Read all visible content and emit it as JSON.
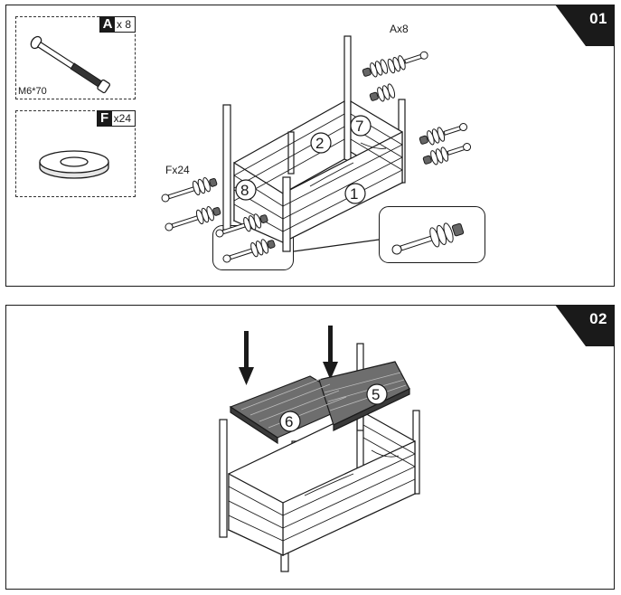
{
  "steps": [
    {
      "number": "01",
      "parts": [
        {
          "letter": "A",
          "quantity": "x 8",
          "size": "M6*70",
          "icon": "bolt-icon"
        },
        {
          "letter": "F",
          "quantity": "x24",
          "icon": "washer-icon"
        }
      ],
      "hardware_labels": {
        "bolts": "Ax8",
        "washers": "Fx24"
      },
      "component_numbers": [
        "1",
        "2",
        "7",
        "8"
      ]
    },
    {
      "number": "02",
      "component_numbers": [
        "5",
        "6"
      ]
    }
  ]
}
